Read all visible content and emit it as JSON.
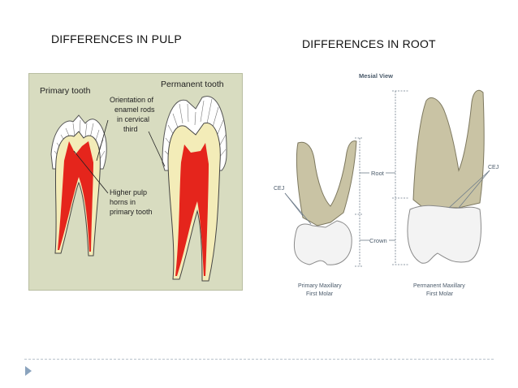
{
  "slide": {
    "pulp_heading": "DIFFERENCES IN PULP",
    "root_heading": "DIFFERENCES IN ROOT"
  },
  "pulp_figure": {
    "primary_label": "Primary tooth",
    "permanent_label": "Permanent tooth",
    "enamel_note": [
      "Orientation of",
      "enamel rods",
      "in cervical",
      "third"
    ],
    "pulp_note": [
      "Higher pulp",
      "horns in",
      "primary tooth"
    ],
    "colors": {
      "background": "#d8dcc0",
      "dentin": "#f3ecb8",
      "pulp": "#e5251c",
      "enamel": "#ffffff"
    }
  },
  "root_figure": {
    "view_label": "Mesial View",
    "root_label": "Root",
    "crown_label": "Crown",
    "cej_left": "CEJ",
    "cej_right": "CEJ",
    "primary_caption": [
      "Primary Maxillary",
      "First Molar"
    ],
    "permanent_caption": [
      "Permanent Maxillary",
      "First Molar"
    ],
    "colors": {
      "root": "#c9c3a4",
      "crown": "#f3f3f3",
      "text": "#4a5a6a"
    }
  }
}
